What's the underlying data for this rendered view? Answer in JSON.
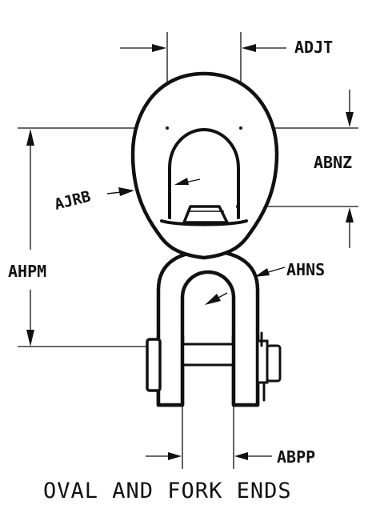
{
  "diagram": {
    "caption": "OVAL AND FORK ENDS",
    "labels": {
      "adjt": "ADJT",
      "abnz": "ABNZ",
      "ajrb": "AJRB",
      "ahpm": "AHPM",
      "ahns": "AHNS",
      "abpp": "ABPP"
    }
  }
}
